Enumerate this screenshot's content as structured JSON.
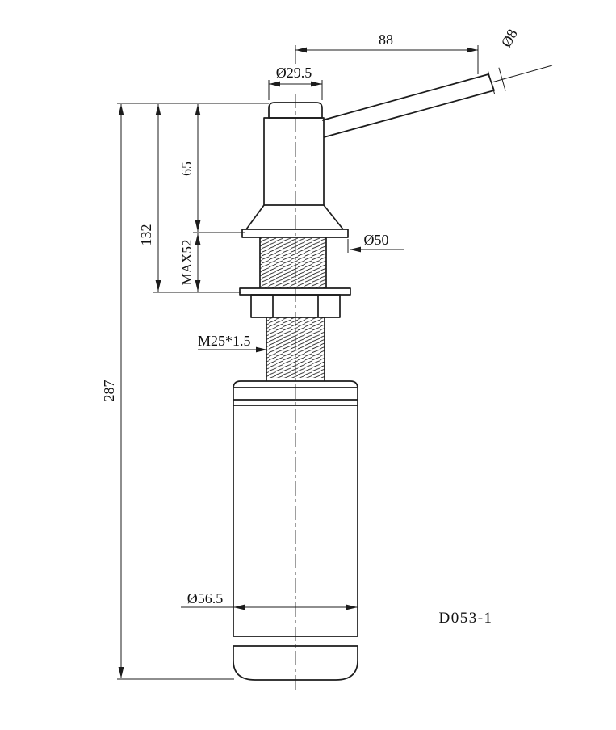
{
  "part_number": "D053-1",
  "dimensions": {
    "spout_length": "88",
    "spout_tip_diameter": "Ø8",
    "head_diameter": "Ø29.5",
    "head_height": "65",
    "above_counter_height": "132",
    "max_counter_thickness": "MAX52",
    "flange_diameter": "Ø50",
    "thread_spec": "M25*1.5",
    "total_height": "287",
    "bottle_diameter": "Ø56.5"
  },
  "colors": {
    "line": "#1c1c1c",
    "background": "#ffffff"
  }
}
